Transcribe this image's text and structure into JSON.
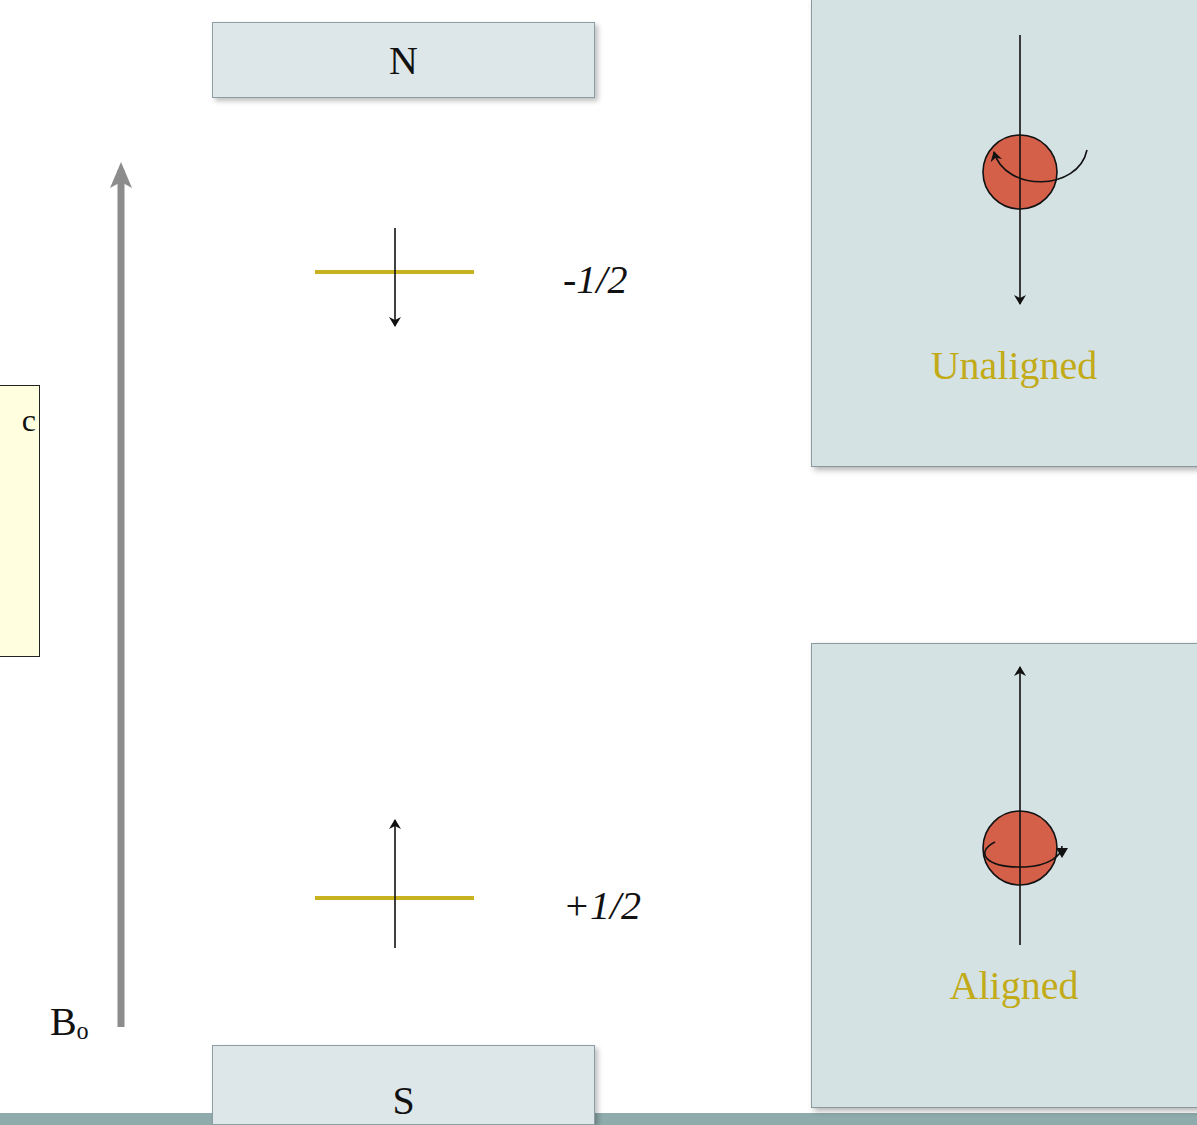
{
  "diagram": {
    "nodes": [
      {
        "text": [
          "N"
        ]
      },
      {
        "text": [
          "Unaligned"
        ]
      },
      {
        "text": [
          "c"
        ]
      },
      {
        "text": [
          "Aligned"
        ]
      },
      {
        "text": [
          "S"
        ]
      }
    ],
    "labels": [
      "-1/2",
      "+1/2",
      "Bₒ"
    ]
  }
}
